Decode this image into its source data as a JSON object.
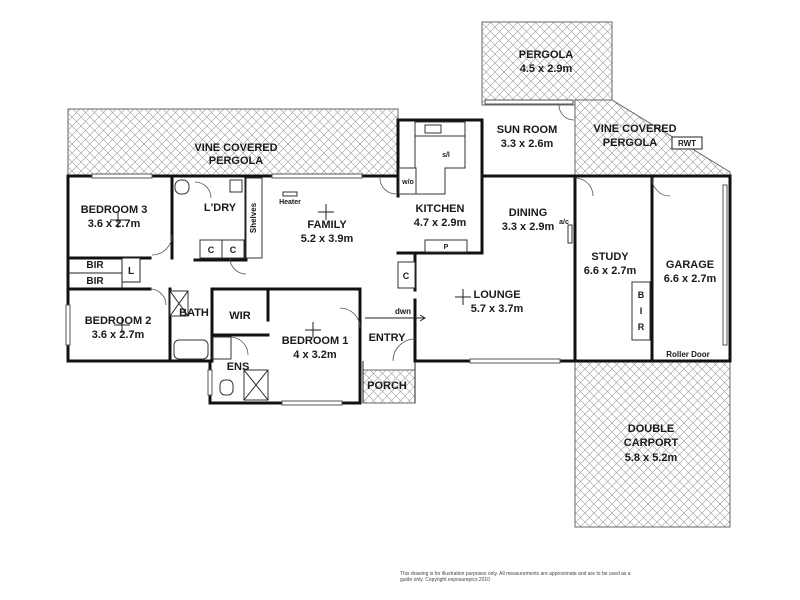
{
  "rooms": {
    "pergola_top": {
      "name": "PERGOLA",
      "dims": "4.5 x 2.9m"
    },
    "vine_left": {
      "line1": "VINE COVERED",
      "line2": "PERGOLA"
    },
    "vine_right": {
      "line1": "VINE COVERED",
      "line2": "PERGOLA",
      "tag": "RWT"
    },
    "sun_room": {
      "name": "SUN ROOM",
      "dims": "3.3 x 2.6m"
    },
    "kitchen": {
      "name": "KITCHEN",
      "dims": "4.7 x 2.9m",
      "sl": "s/l",
      "wo": "w/o",
      "p": "P"
    },
    "bedroom3": {
      "name": "BEDROOM 3",
      "dims": "3.6 x 2.7m"
    },
    "laundry": {
      "name": "L'DRY",
      "shelves": "Shelves",
      "c1": "C",
      "c2": "C"
    },
    "family": {
      "name": "FAMILY",
      "dims": "5.2 x 3.9m",
      "heater": "Heater"
    },
    "dining": {
      "name": "DINING",
      "dims": "3.3 x 2.9m",
      "ac": "a/c"
    },
    "study": {
      "name": "STUDY",
      "dims": "6.6 x 2.7m",
      "bir_b": "B",
      "bir_i": "I",
      "bir_r": "R"
    },
    "garage": {
      "name": "GARAGE",
      "dims": "6.6 x 2.7m",
      "roller": "Roller Door"
    },
    "bir1": "BIR",
    "bir2": "BIR",
    "l_mark": "L",
    "bedroom2": {
      "name": "BEDROOM 2",
      "dims": "3.6 x 2.7m"
    },
    "bath": "BATH",
    "wir": "WIR",
    "bedroom1": {
      "name": "BEDROOM 1",
      "dims": "4 x 3.2m"
    },
    "ens": "ENS",
    "entry": "ENTRY",
    "dwn": "dwn",
    "lounge": {
      "name": "LOUNGE",
      "dims": "5.7 x 3.7m",
      "c": "C"
    },
    "porch": "PORCH",
    "carport": {
      "line1": "DOUBLE",
      "line2": "CARPORT",
      "dims": "5.8 x 5.2m"
    }
  },
  "disclaimer": "This drawing is for illustration purposes only. All measurements are approximate and are to be used as a guide only. Copyright exposurepics 2010"
}
